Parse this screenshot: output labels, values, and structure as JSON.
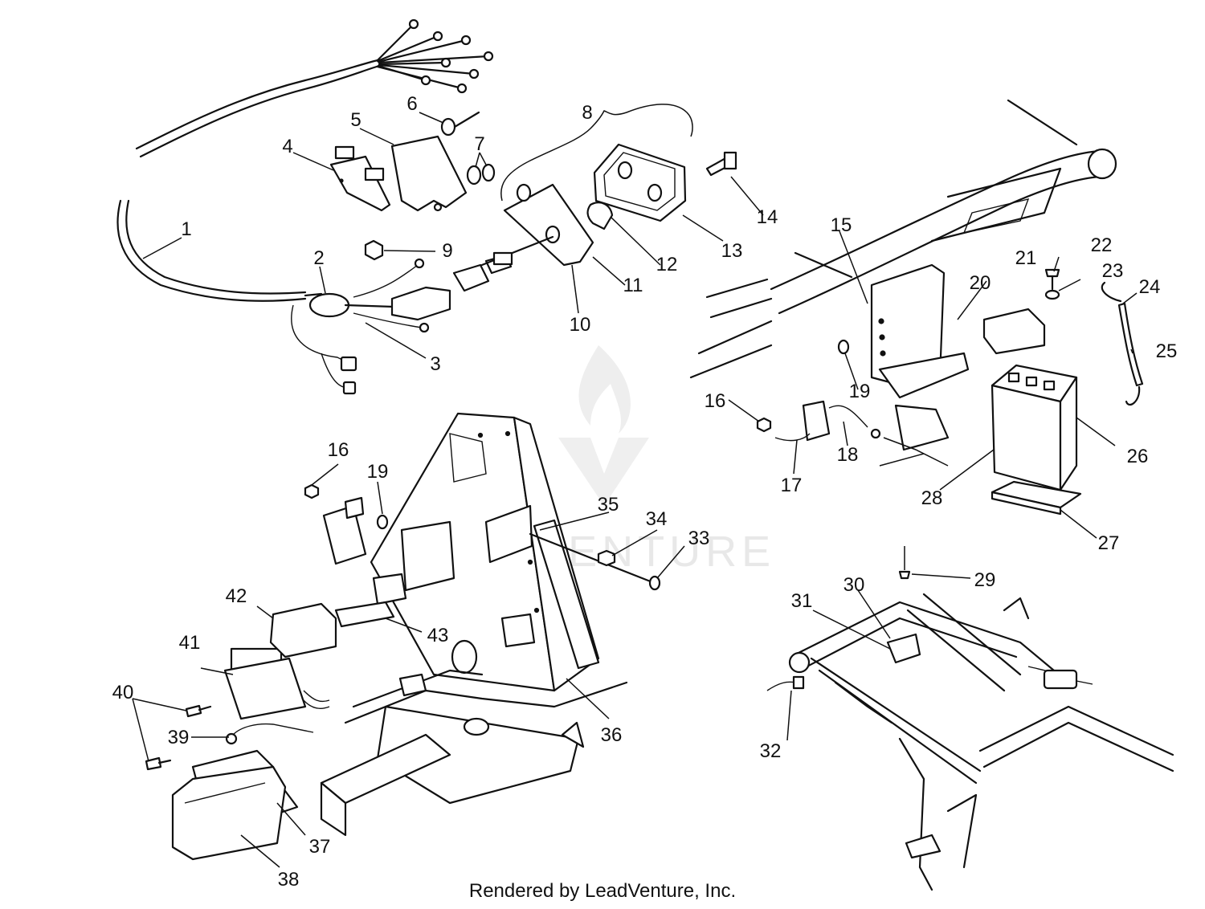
{
  "diagram": {
    "callouts": [
      {
        "id": "1",
        "label": "1"
      },
      {
        "id": "2",
        "label": "2"
      },
      {
        "id": "3",
        "label": "3"
      },
      {
        "id": "4",
        "label": "4"
      },
      {
        "id": "5",
        "label": "5"
      },
      {
        "id": "6",
        "label": "6"
      },
      {
        "id": "7",
        "label": "7"
      },
      {
        "id": "8",
        "label": "8"
      },
      {
        "id": "9",
        "label": "9"
      },
      {
        "id": "10",
        "label": "10"
      },
      {
        "id": "11",
        "label": "11"
      },
      {
        "id": "12",
        "label": "12"
      },
      {
        "id": "13",
        "label": "13"
      },
      {
        "id": "14",
        "label": "14"
      },
      {
        "id": "15",
        "label": "15"
      },
      {
        "id": "16a",
        "label": "16"
      },
      {
        "id": "17",
        "label": "17"
      },
      {
        "id": "18",
        "label": "18"
      },
      {
        "id": "19a",
        "label": "19"
      },
      {
        "id": "20",
        "label": "20"
      },
      {
        "id": "21",
        "label": "21"
      },
      {
        "id": "22",
        "label": "22"
      },
      {
        "id": "23",
        "label": "23"
      },
      {
        "id": "24",
        "label": "24"
      },
      {
        "id": "25",
        "label": "25"
      },
      {
        "id": "26",
        "label": "26"
      },
      {
        "id": "27",
        "label": "27"
      },
      {
        "id": "28",
        "label": "28"
      },
      {
        "id": "29",
        "label": "29"
      },
      {
        "id": "30",
        "label": "30"
      },
      {
        "id": "31",
        "label": "31"
      },
      {
        "id": "32",
        "label": "32"
      },
      {
        "id": "33",
        "label": "33"
      },
      {
        "id": "34",
        "label": "34"
      },
      {
        "id": "35",
        "label": "35"
      },
      {
        "id": "36",
        "label": "36"
      },
      {
        "id": "37",
        "label": "37"
      },
      {
        "id": "38",
        "label": "38"
      },
      {
        "id": "39",
        "label": "39"
      },
      {
        "id": "40",
        "label": "40"
      },
      {
        "id": "41",
        "label": "41"
      },
      {
        "id": "42",
        "label": "42"
      },
      {
        "id": "43",
        "label": "43"
      },
      {
        "id": "16b",
        "label": "16"
      },
      {
        "id": "19b",
        "label": "19"
      }
    ]
  },
  "watermark": {
    "text": "LEADVENTURE"
  },
  "footer": {
    "text": "Rendered by LeadVenture, Inc."
  }
}
